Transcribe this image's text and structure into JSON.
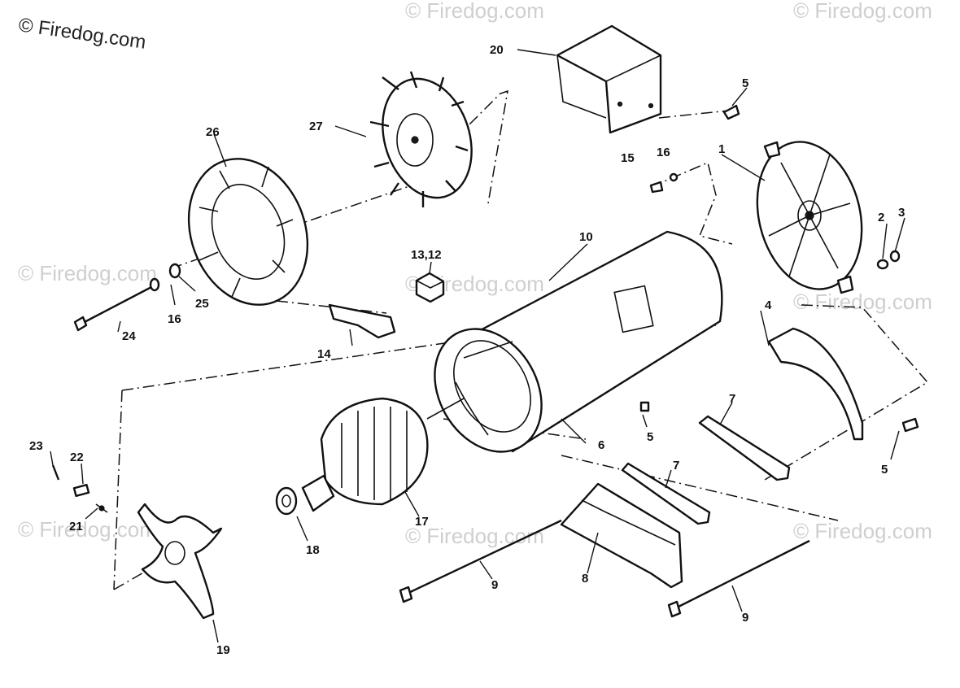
{
  "brand": "© Firedog.com",
  "watermark": "© Firedog.com",
  "callouts": {
    "c1": "1",
    "c2": "2",
    "c3": "3",
    "c4": "4",
    "c5a": "5",
    "c5b": "5",
    "c5c": "5",
    "c6": "6",
    "c7a": "7",
    "c7b": "7",
    "c8": "8",
    "c9a": "9",
    "c9b": "9",
    "c10": "10",
    "c13": "13,12",
    "c14": "14",
    "c15": "15",
    "c16a": "16",
    "c16b": "16",
    "c17": "17",
    "c18": "18",
    "c19": "19",
    "c20": "20",
    "c21": "21",
    "c22": "22",
    "c23": "23",
    "c24": "24",
    "c25": "25",
    "c26": "26",
    "c27": "27"
  }
}
